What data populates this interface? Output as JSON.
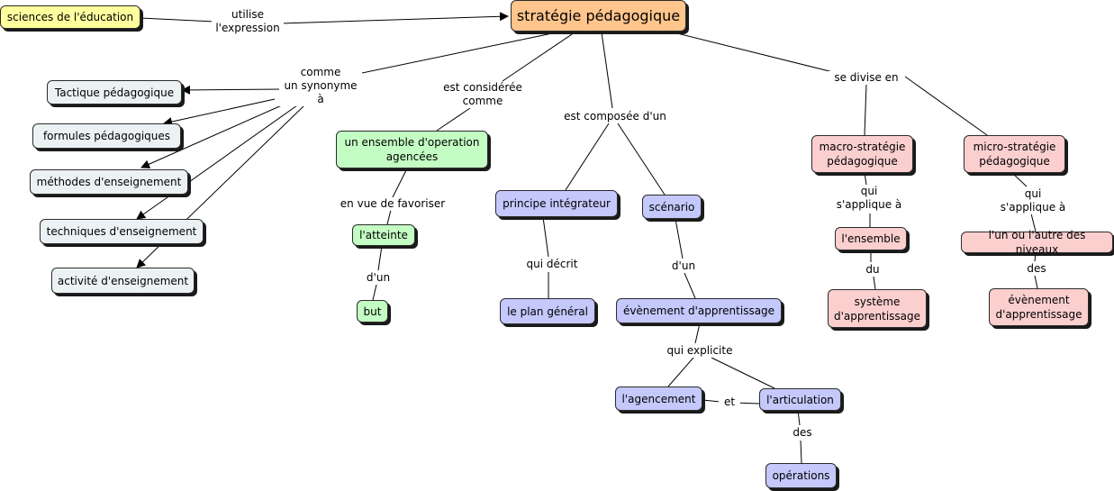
{
  "concepts": {
    "sciences_education": "sciences de l'éducation",
    "strategie": "stratégie pédagogique",
    "tactique": "Tactique pédagogique",
    "formules": "formules pédagogiques",
    "methodes": "méthodes d'enseignement",
    "techniques": "techniques d'enseignement",
    "activite": "activité d'enseignement",
    "ensemble_operation": "un ensemble d'operation\nagencées",
    "atteinte": "l'atteinte",
    "but": "but",
    "principe": "principe intégrateur",
    "plan_general": "le plan général",
    "scenario": "scénario",
    "evenement": "évènement d'apprentissage",
    "agencement": "l'agencement",
    "articulation": "l'articulation",
    "operations": "opérations",
    "macro": "macro-stratégie\npédagogique",
    "ensemble": "l'ensemble",
    "systeme": "système\nd'apprentissage",
    "micro": "micro-stratégie\npédagogique",
    "un_ou_autre": "l'un ou l'autre des niveaux",
    "evenement2": "évènement\nd'apprentissage"
  },
  "links": {
    "utilise": "utilise\nl'expression",
    "synonyme": "comme\nun synonyme\nà",
    "consideree": "est considérée\ncomme",
    "composee": "est composée d'un",
    "divise": "se divise en",
    "vue_favoriser": "en vue de favoriser",
    "dun1": "d'un",
    "qui_decrit": "qui décrit",
    "dun2": "d'un",
    "qui_explicite": "qui explicite",
    "et": "et",
    "des1": "des",
    "applique1": "qui\ns'applique à",
    "du": "du",
    "applique2": "qui\ns'applique à",
    "des2": "des"
  },
  "colors": {
    "root": "#ffc58c",
    "source": "#ffff9e",
    "synonyms": "#ecf2f4",
    "operations": "#c4fdc4",
    "composition": "#c4c8fb",
    "division": "#fccfcf"
  }
}
